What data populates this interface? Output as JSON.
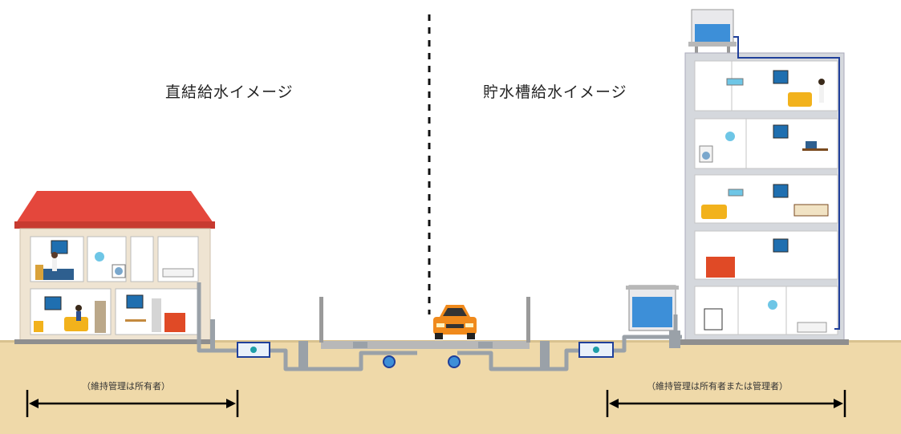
{
  "titles": {
    "direct": "直結給水イメージ",
    "tank": "貯水槽給水イメージ"
  },
  "notes": {
    "direct_maintenance": "（維持管理は所有者）",
    "tank_maintenance": "（維持管理は所有者または管理者）"
  },
  "colors": {
    "ground": "#efd9a9",
    "road": "#b8b8b8",
    "roof": "#e4473c",
    "water": "#3d8fd8",
    "pipe": "#9aa1a8",
    "pipe_blue": "#1f3f9a",
    "wall": "#e9e9ec",
    "car": "#f08a1c"
  },
  "icons": [
    "divider-dashed-line",
    "car-icon",
    "water-meter-icon",
    "water-tank-icon",
    "house-icon",
    "building-icon"
  ]
}
